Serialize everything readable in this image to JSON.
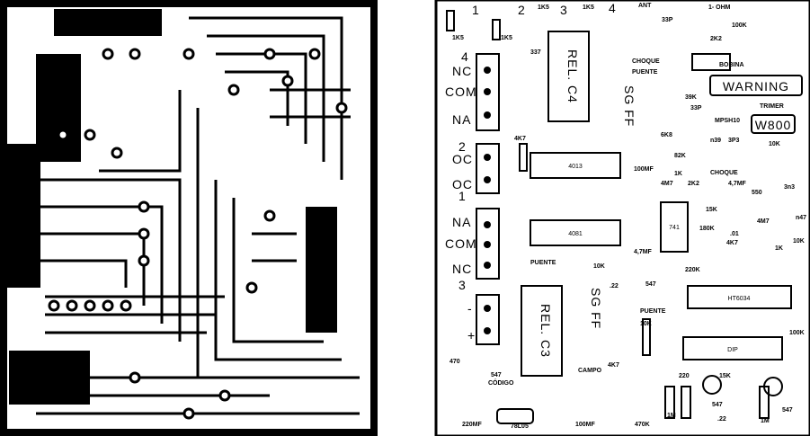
{
  "copper_panel": {
    "background": "#000000",
    "trace": "#ffffff"
  },
  "silk_panel": {
    "background": "#ffffff",
    "ink": "#000000"
  },
  "components": {
    "top_numbers": [
      "1",
      "2",
      "3",
      "4"
    ],
    "top_labels": [
      "1K5",
      "1K5",
      "ANT",
      "1- OHM",
      "100K",
      "33P",
      "2K2",
      "1K5",
      "1K5"
    ],
    "connector_left": [
      "4",
      "NC",
      "COM",
      "NA",
      "2",
      "OC",
      "OC",
      "1",
      "NA",
      "COM",
      "NC",
      "3"
    ],
    "relay_c4": "REL. C4",
    "relay_c3": "REL. C3",
    "warning": "WARNING",
    "model": "W800",
    "bobina": "BOBINA",
    "trimer": "TRIMER",
    "choque": "CHOQUE",
    "puente": "PUENTE",
    "ic_4013": "4013",
    "ic_4081": "4081",
    "ic_741": "741",
    "ic_ht6034": "HT6034",
    "ic_dip": "DIP",
    "codigo": "CÓDIGO",
    "campo": "CAMPO",
    "reg": "78L05",
    "parts": [
      "337",
      "4K7",
      "39K",
      "33P",
      "MPSH10",
      "6K8",
      "n39",
      "3P3",
      "10K",
      "82K",
      "1K",
      "4,7MF",
      "2K2",
      "4M7",
      "550",
      "3n3",
      "15K",
      "4M7",
      "n47",
      "180K",
      ".01",
      "4K7",
      "10K",
      "1K",
      "220K",
      "547",
      "10K",
      "100K",
      "470",
      "547",
      "220MF",
      "100MF",
      "470K",
      "1M",
      "547",
      "1M",
      "220",
      "15K",
      ".22",
      "547",
      "100MF",
      "4K7",
      "4,7MF",
      ".22",
      "10K"
    ],
    "sg_ff": "SG FF",
    "minus": "-",
    "plus": "+"
  }
}
